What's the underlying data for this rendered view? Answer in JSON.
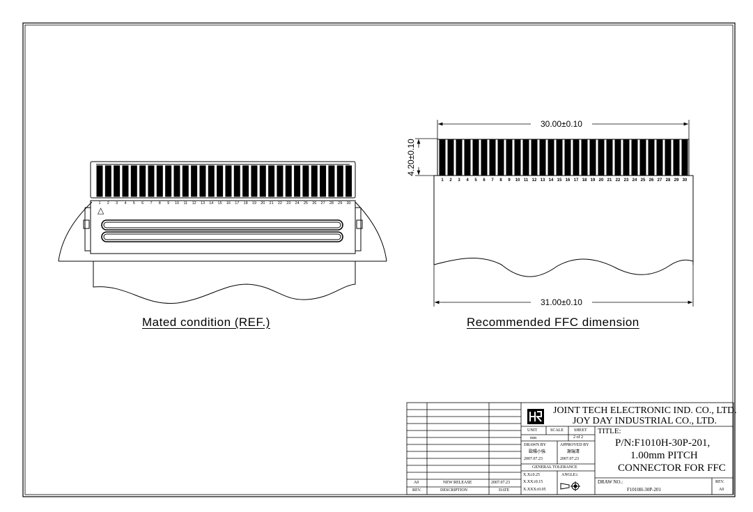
{
  "views": {
    "mated_caption": "Mated condition (REF.)",
    "ffc_caption": "Recommended FFC dimension",
    "pin_count": 30,
    "marker_symbol": "△"
  },
  "dimensions": {
    "width_top": "30.00±0.10",
    "width_bottom": "31.00±0.10",
    "height_left": "4.20±0.10"
  },
  "title_block": {
    "company_line1": "JOINT TECH ELECTRONIC IND. CO., LTD.",
    "company_line2": "JOY DAY INDUSTRIAL CO., LTD.",
    "unit_label": "UNIT",
    "unit_value": "mm",
    "scale_label": "SCALE",
    "sheet_label": "SHEET",
    "sheet_value": "2 of 2",
    "drawn_by_label": "DRAWN BY",
    "drawn_by_name": "歐陽小強",
    "drawn_by_date": "2007.07.23",
    "approved_by_label": "APPROVED BY",
    "approved_by_name": "謝瑞清",
    "approved_by_date": "2007.07.23",
    "tolerance_label": "GENERAL TOLERANCE",
    "tol_1": "X.X±0.25",
    "tol_2": "X.XX±0.15",
    "tol_3": "X.XXX±0.05",
    "angle_label": "ANGLE±",
    "title_label": "TITLE:",
    "title_line1": "P/N:F1010H-30P-201,",
    "title_line2": "1.00mm PITCH",
    "title_line3": "CONNECTOR FOR FFC",
    "draw_no_label": "DRAW NO.:",
    "draw_no_value": "F1010H-30P-201",
    "rev_label": "REV.",
    "rev_value": "A0",
    "history_rev": "A0",
    "history_desc": "NEW RELEASE",
    "history_date": "2007.07.23",
    "col_rev": "REV.",
    "col_desc": "DESCRIPTION",
    "col_date": "DATE"
  },
  "colors": {
    "line": "#000000",
    "paper": "#ffffff"
  }
}
